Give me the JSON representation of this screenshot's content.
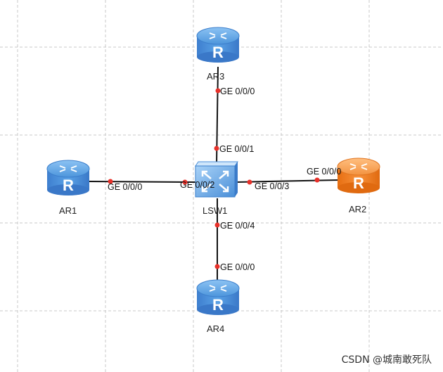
{
  "devices": {
    "ar1": {
      "label": "AR1",
      "glyph": "R",
      "color": "#3a86d6"
    },
    "ar2": {
      "label": "AR2",
      "glyph": "R",
      "color": "#f07a1e"
    },
    "ar3": {
      "label": "AR3",
      "glyph": "R",
      "color": "#3a86d6"
    },
    "ar4": {
      "label": "AR4",
      "glyph": "R",
      "color": "#3a86d6"
    },
    "lsw1": {
      "label": "LSW1",
      "color": "#4a8fd8"
    }
  },
  "ports": {
    "ar3_g000": "GE 0/0/0",
    "lsw1_g001": "GE 0/0/1",
    "ar1_g000": "GE 0/0/0",
    "lsw1_g002": "GE 0/0/2",
    "lsw1_g003": "GE 0/0/3",
    "ar2_g000": "GE 0/0/0",
    "lsw1_g004": "GE 0/0/4",
    "ar4_g000": "GE 0/0/0"
  },
  "watermark": "CSDN @城南敢死队"
}
